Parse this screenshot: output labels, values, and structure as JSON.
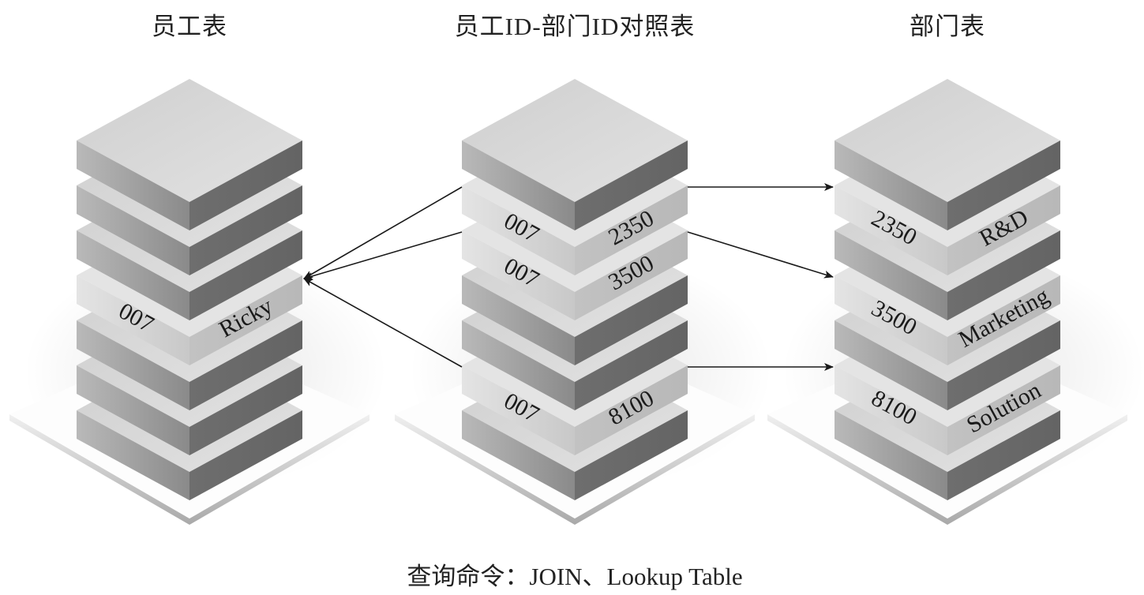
{
  "tables": [
    {
      "id": "employee",
      "title": "员工表",
      "highlight_rows": [
        {
          "slab_index": 3,
          "left_text": "007",
          "right_text": "Ricky"
        }
      ],
      "slab_count": 7
    },
    {
      "id": "mapping",
      "title": "员工ID-部门ID对照表",
      "highlight_rows": [
        {
          "slab_index": 1,
          "left_text": "007",
          "right_text": "2350"
        },
        {
          "slab_index": 2,
          "left_text": "007",
          "right_text": "3500"
        },
        {
          "slab_index": 5,
          "left_text": "007",
          "right_text": "8100"
        }
      ],
      "slab_count": 7
    },
    {
      "id": "department",
      "title": "部门表",
      "highlight_rows": [
        {
          "slab_index": 1,
          "left_text": "2350",
          "right_text": "R&D"
        },
        {
          "slab_index": 3,
          "left_text": "3500",
          "right_text": "Marketing"
        },
        {
          "slab_index": 5,
          "left_text": "8100",
          "right_text": "Solution"
        }
      ],
      "slab_count": 7
    }
  ],
  "links": [
    {
      "from": "mapping:1",
      "to": "employee:3"
    },
    {
      "from": "mapping:2",
      "to": "employee:3"
    },
    {
      "from": "mapping:5",
      "to": "employee:3"
    },
    {
      "from": "mapping:1",
      "to": "department:1"
    },
    {
      "from": "mapping:2",
      "to": "department:3"
    },
    {
      "from": "mapping:5",
      "to": "department:5"
    }
  ],
  "caption": "查询命令：JOIN、Lookup Table",
  "colors": {
    "slab_top": "#dcdcdc",
    "slab_left": "#a8a8a8",
    "slab_right": "#6a6a6a",
    "highlight_top": "#e6e6e6",
    "highlight_side": "#c9c9c9",
    "arrow": "#1a1a1a"
  }
}
